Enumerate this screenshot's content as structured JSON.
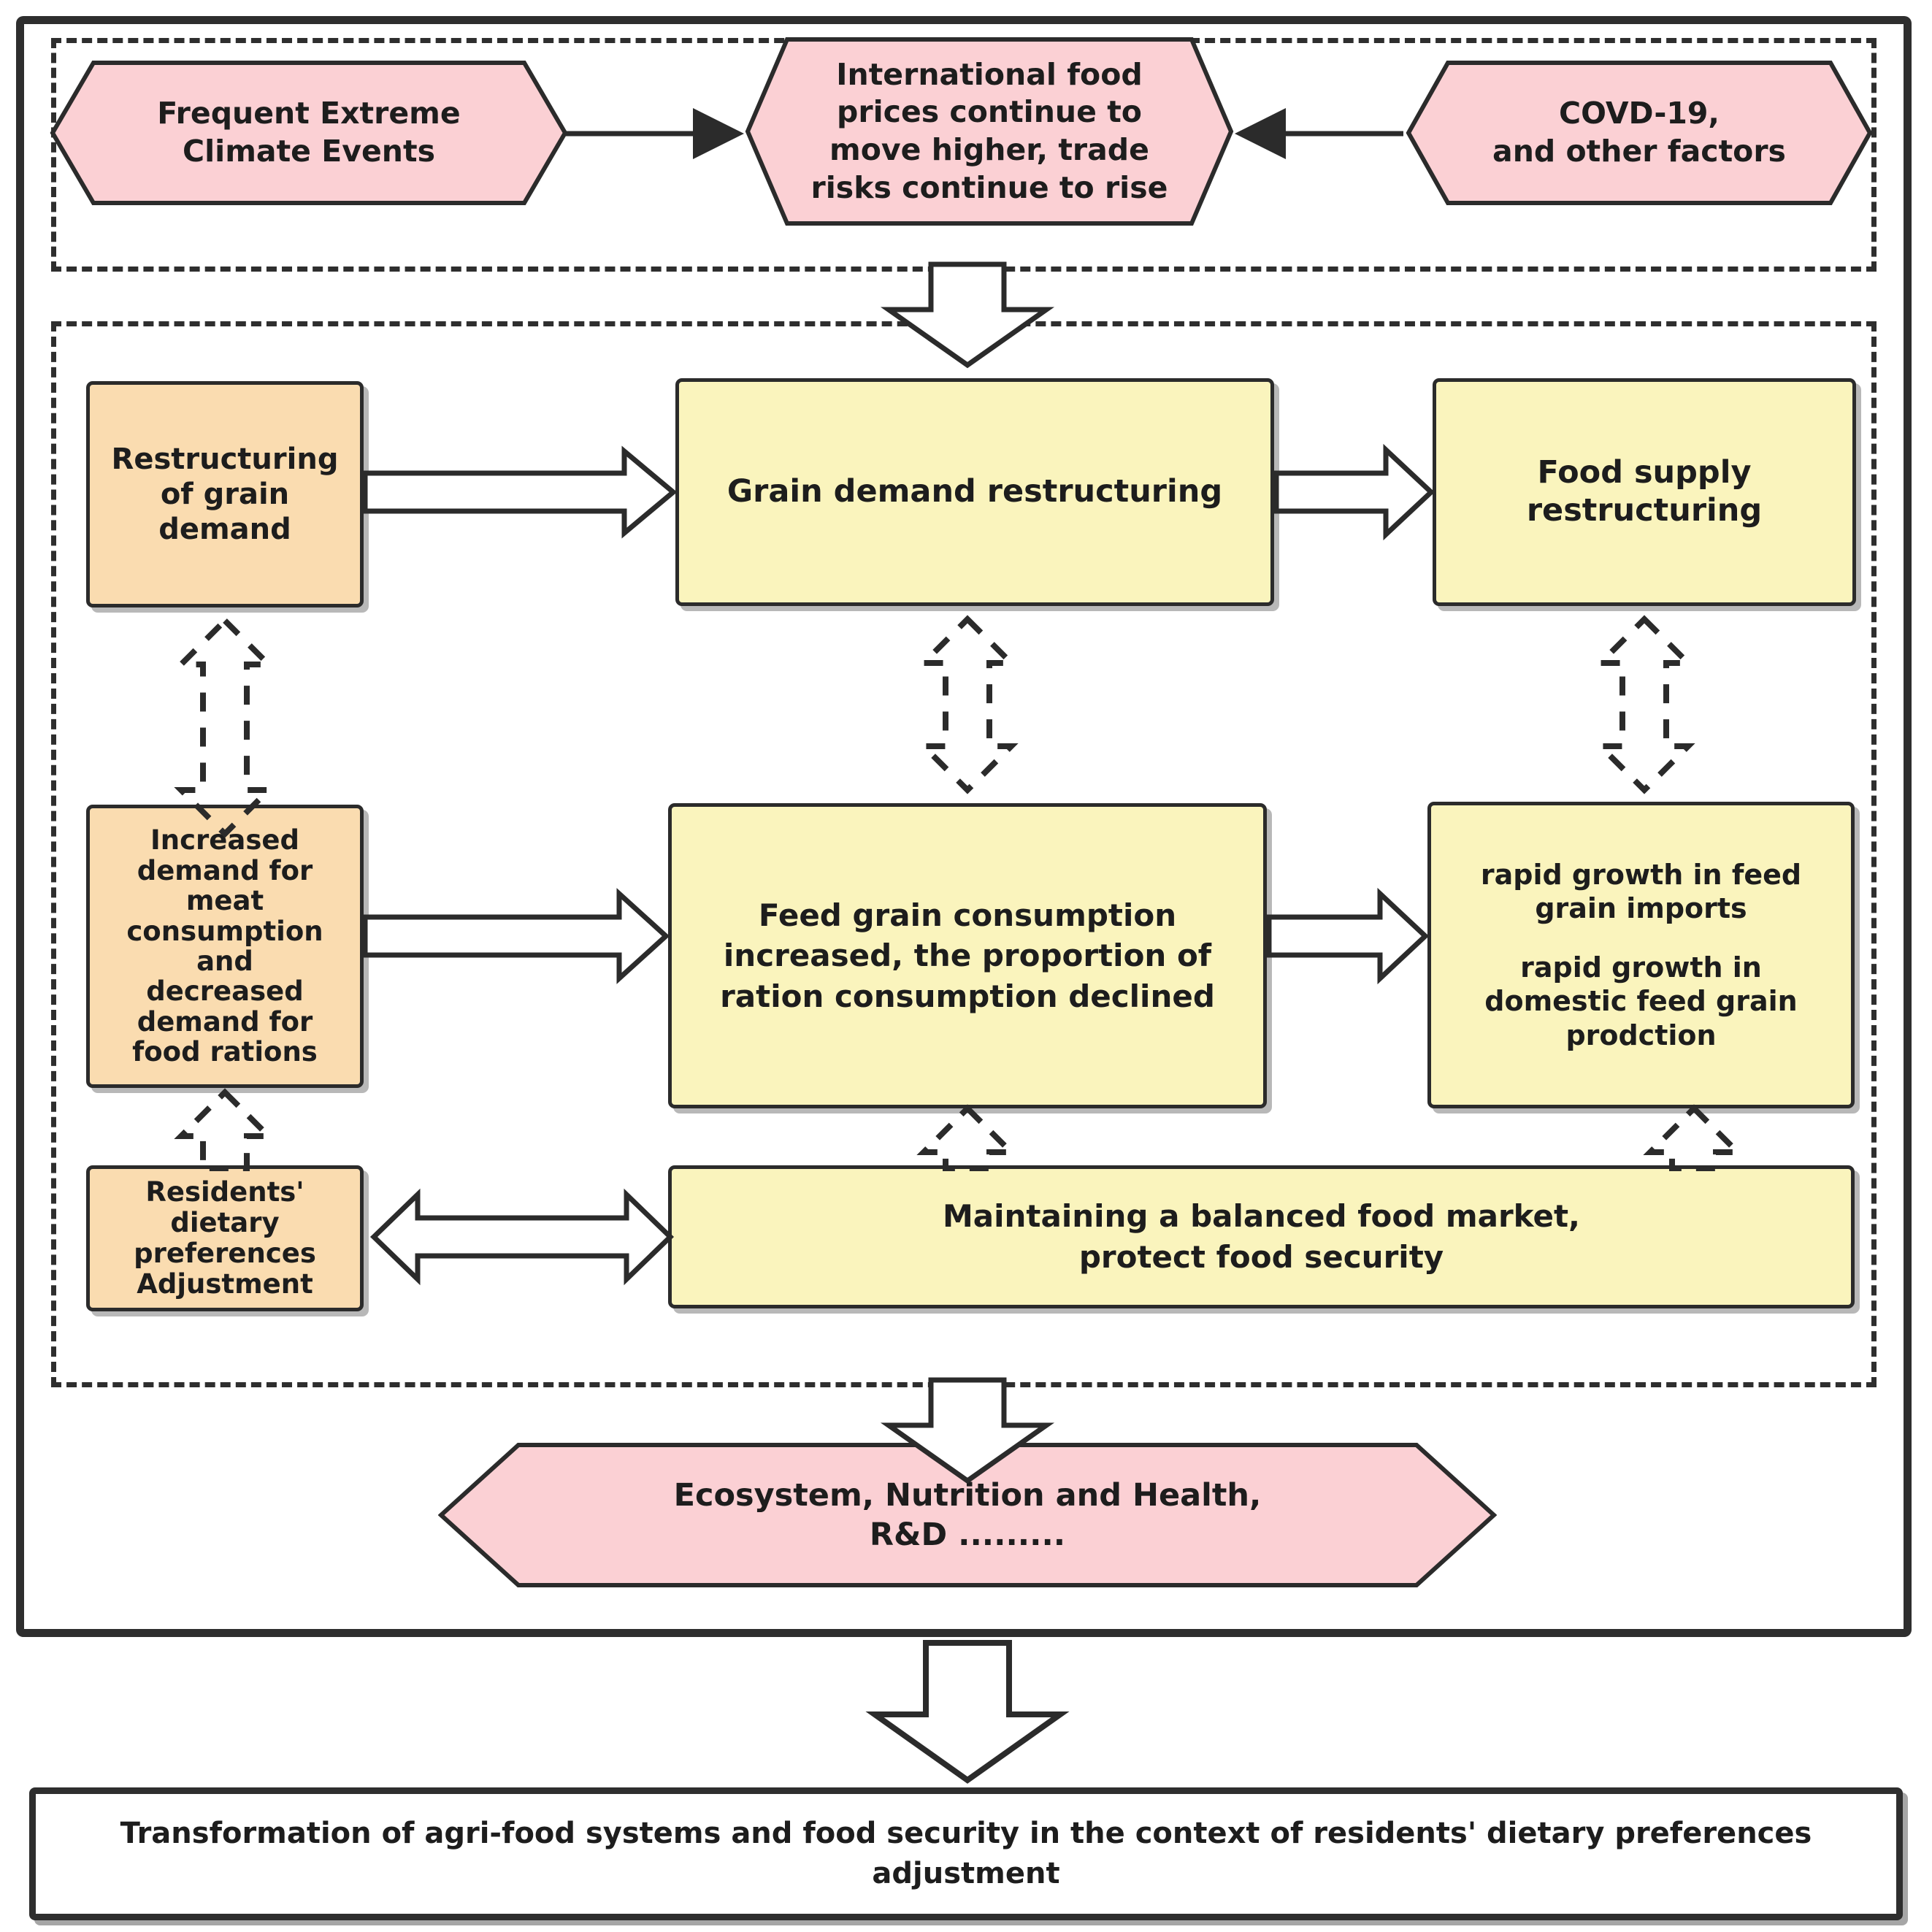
{
  "colors": {
    "hexagon_fill": "#fbd0d4",
    "orange_box_fill": "#fadcb0",
    "yellow_box_fill": "#faf4bd",
    "stroke": "#2e2e2e",
    "page_background": "#ffffff"
  },
  "drivers_group": {
    "climate_events": "Frequent Extreme\nClimate Events",
    "food_prices": "International food\nprices continue to\nmove higher, trade\nrisks continue to rise",
    "covid": "COVD-19,\nand other factors"
  },
  "core_group": {
    "restructuring_of_grain_demand": "Restructuring\nof grain\ndemand",
    "grain_demand_restructuring": "Grain demand restructuring",
    "food_supply_restructuring": "Food supply\nrestructuring",
    "increased_meat_demand": "Increased\ndemand for\nmeat\nconsumption\nand\ndecreased\ndemand for\nfood rations",
    "feed_grain_consumption": "Feed grain consumption\nincreased, the proportion of\nration consumption declined",
    "feed_grain_growth_line1": "rapid growth in feed",
    "feed_grain_growth_line2": "grain  imports",
    "feed_grain_growth_line3": "rapid growth in",
    "feed_grain_growth_line4": "domestic feed grain",
    "feed_grain_growth_line5": "prodction",
    "dietary_preferences": "Residents'\ndietary\npreferences\nAdjustment",
    "balanced_market": "Maintaining a balanced food market,\nprotect food security"
  },
  "outcome": {
    "ecosystem": "Ecosystem, Nutrition and Health,\nR&D ........."
  },
  "conclusion": {
    "title": "Transformation of agri-food systems and food security in the context of residents' dietary preferences adjustment"
  }
}
